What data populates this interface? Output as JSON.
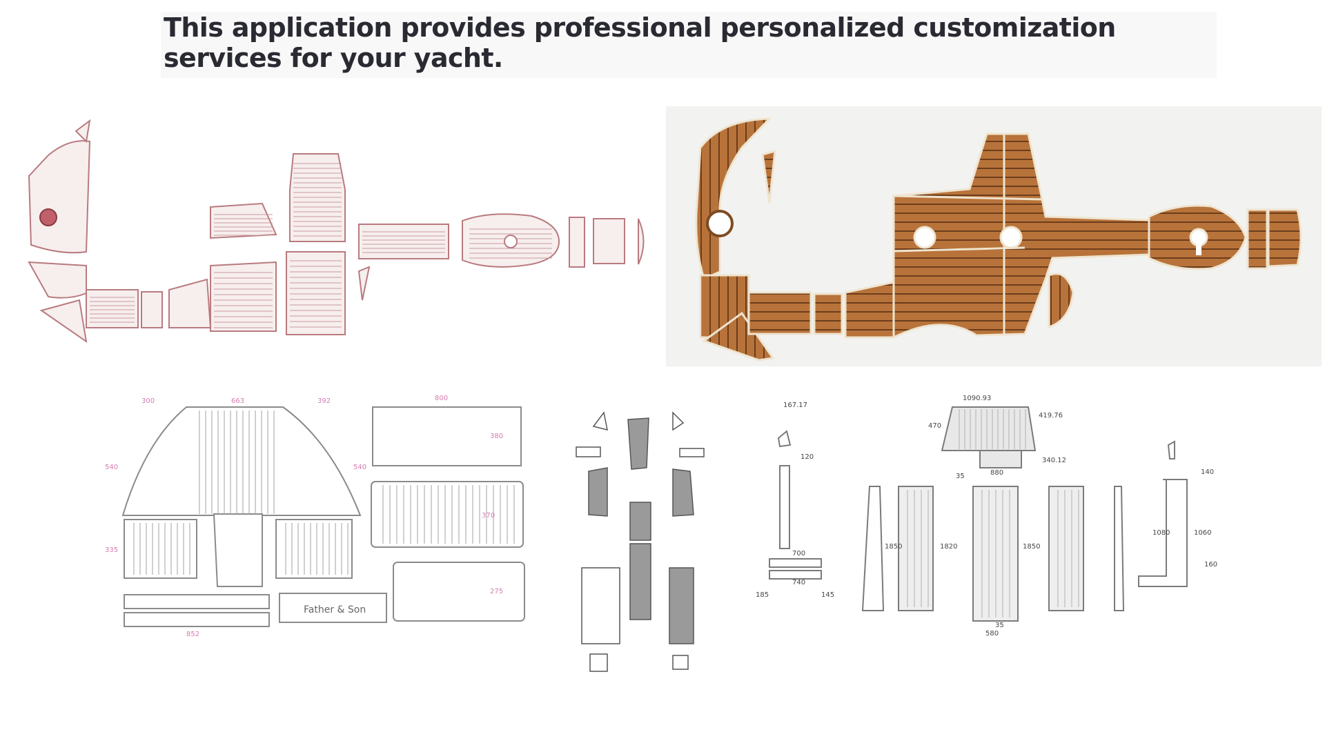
{
  "headline": "This application provides professional personalized customization services for your yacht.",
  "colors": {
    "outline_pink": "#b87a7e",
    "teak": "#b8733a",
    "teak_dark": "#7e4a21",
    "caulk": "#efe4cf",
    "drawing_gray": "#8a8a8a",
    "dimension_pink": "#d67ab0"
  },
  "drawing_a": {
    "dims_top": [
      "300",
      "663",
      "392",
      "800"
    ],
    "dims_side": [
      "540",
      "540",
      "380",
      "335",
      "370",
      "275"
    ],
    "dims_bottom": [
      "852"
    ],
    "maker_label": "Father & Son"
  },
  "drawing_c": {
    "dims": [
      "1090.93",
      "470",
      "419.76",
      "167.17",
      "120",
      "340.12",
      "35",
      "880",
      "1850",
      "1820",
      "1850",
      "700",
      "740",
      "185",
      "145",
      "35",
      "580",
      "140",
      "1080",
      "1060",
      "160"
    ]
  }
}
